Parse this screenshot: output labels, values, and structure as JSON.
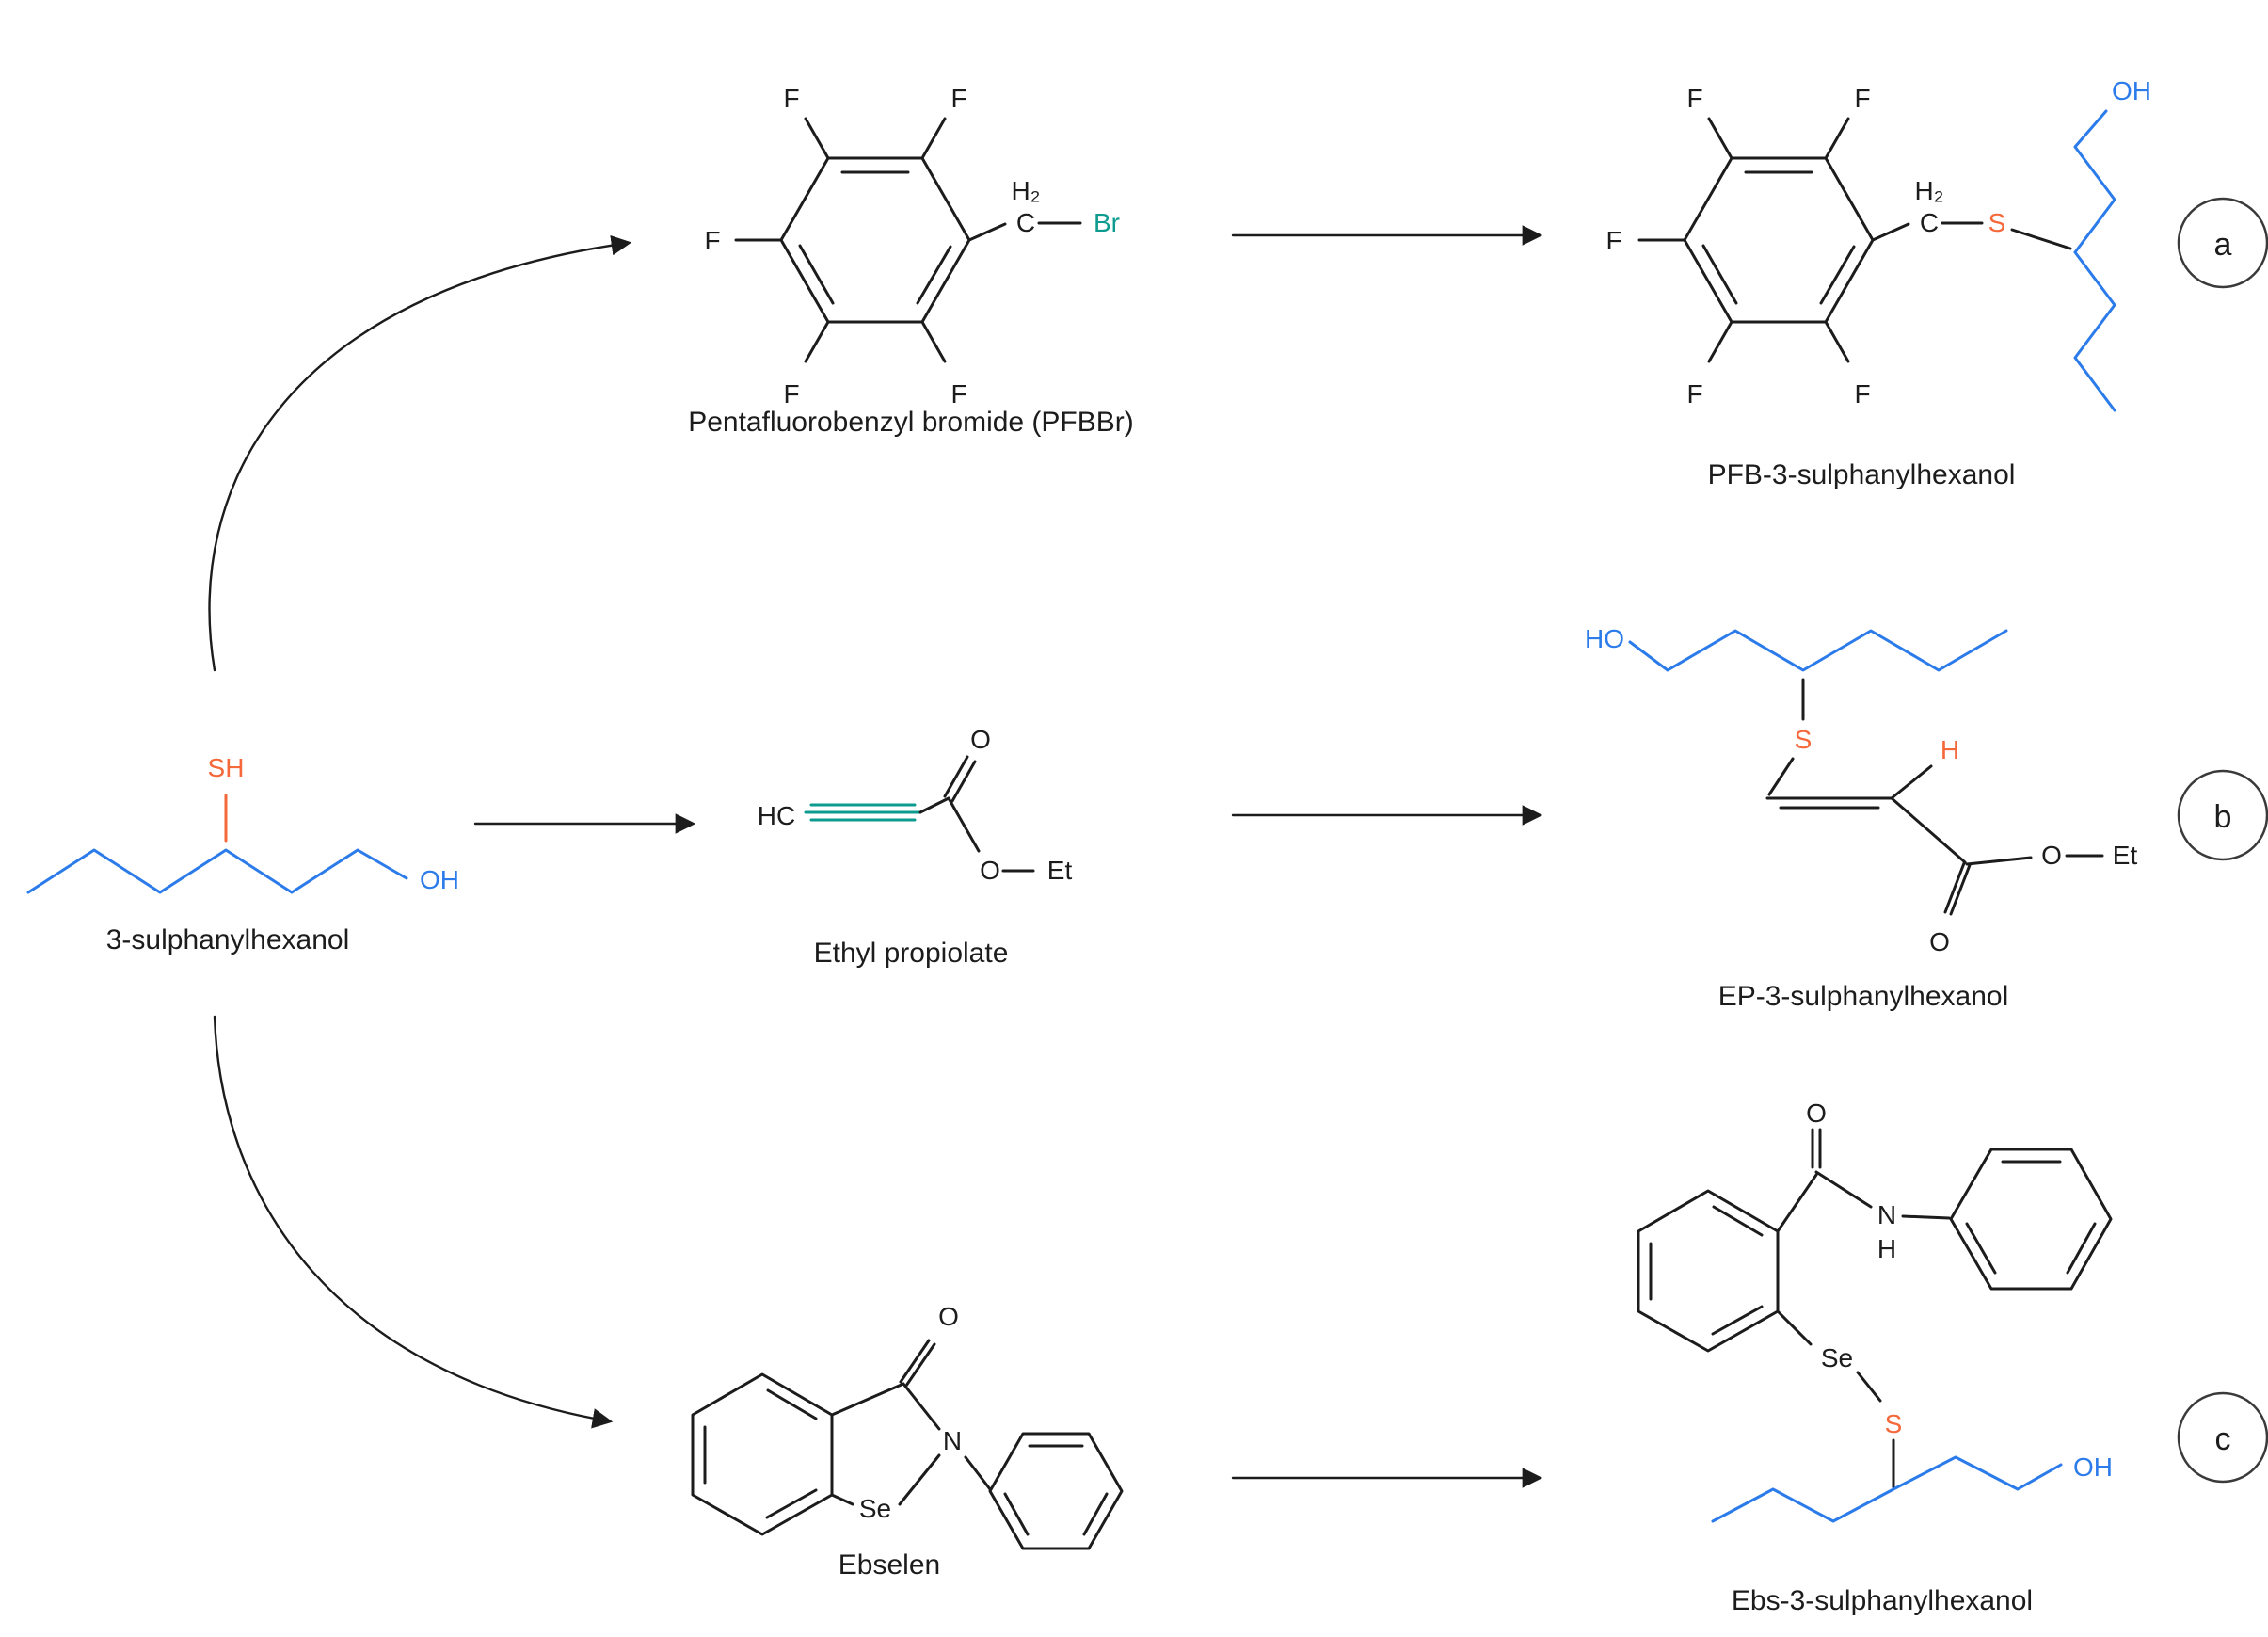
{
  "page": {
    "background": "#ffffff"
  },
  "colors": {
    "chain_blue": "#2b7bea",
    "hetero_orange": "#f4683a",
    "halide_teal": "#0e9b8f",
    "bond_black": "#1c1c1c"
  },
  "captions": {
    "reactant": "3-sulphanylhexanol",
    "reagent_a": "Pentafluorobenzyl bromide (PFBBr)",
    "reagent_b": "Ethyl propiolate",
    "reagent_c": "Ebselen",
    "product_a": "PFB-3-sulphanylhexanol",
    "product_b": "EP-3-sulphanylhexanol",
    "product_c": "Ebs-3-sulphanylhexanol"
  },
  "badges": {
    "a": "a",
    "b": "b",
    "c": "c"
  },
  "atom_labels": {
    "F": "F",
    "H2": "H₂",
    "C": "C",
    "Br": "Br",
    "SH": "SH",
    "OH": "OH",
    "HO": "HO",
    "S": "S",
    "O": "O",
    "Et": "Et",
    "HC": "HC",
    "H": "H",
    "Se": "Se",
    "N": "N"
  }
}
